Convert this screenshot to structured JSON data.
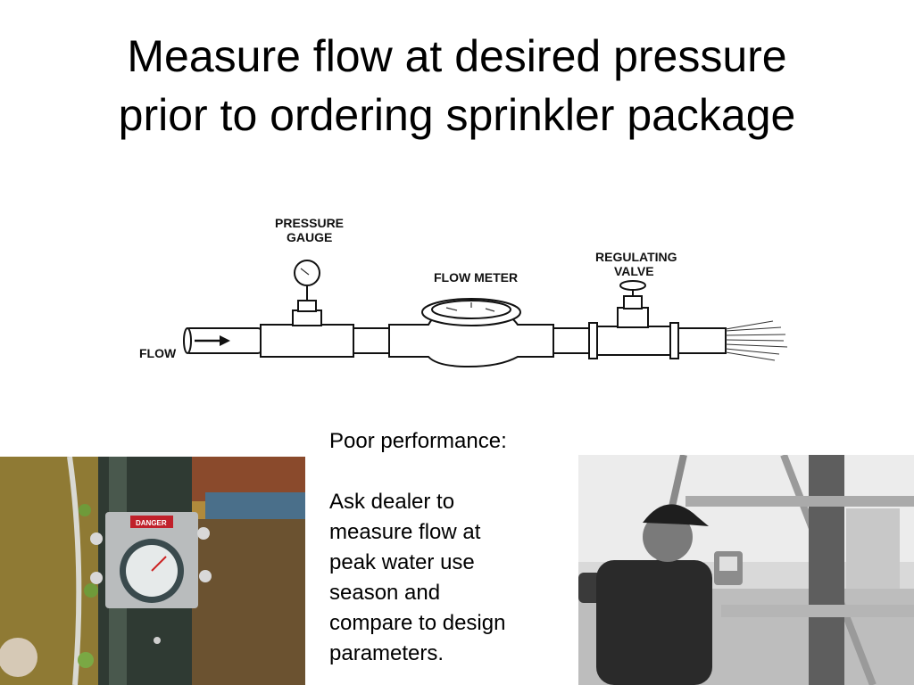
{
  "slide": {
    "title_line1": "Measure flow at desired pressure",
    "title_line2": "prior to ordering sprinkler package"
  },
  "diagram": {
    "pressure_gauge_line1": "PRESSURE",
    "pressure_gauge_line2": "GAUGE",
    "flow_meter": "FLOW METER",
    "regulating_valve_line1": "REGULATING",
    "regulating_valve_line2": "VALVE",
    "flow": "FLOW"
  },
  "note": {
    "heading": "Poor performance:",
    "body_lines": [
      "Ask dealer to",
      "measure flow at",
      "peak water use",
      "season and",
      "compare to design",
      "parameters."
    ]
  },
  "photos": {
    "left_sign": "DANGER"
  }
}
